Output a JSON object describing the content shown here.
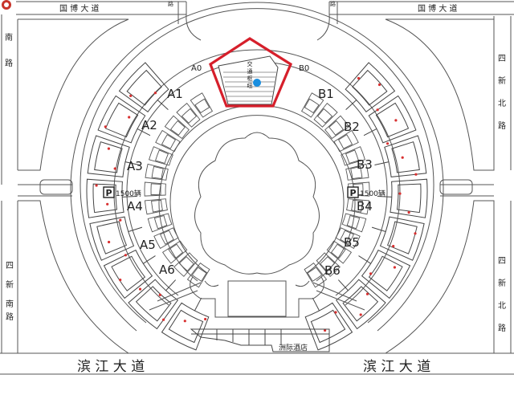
{
  "roads": {
    "top_left": "国 博 大 道",
    "top_right": "国 博 大 道",
    "left_upper": [
      "南",
      "路"
    ],
    "left_lower": [
      "四",
      "新",
      "南",
      "路"
    ],
    "right_upper": [
      "四",
      "新",
      "北",
      "路"
    ],
    "right_lower": [
      "四",
      "新",
      "北",
      "路"
    ],
    "bottom_left": "滨 江 大 道",
    "bottom_right": "滨 江 大 道",
    "top_road_mark": "路"
  },
  "zones": {
    "left": [
      "A0",
      "A1",
      "A2",
      "A3",
      "A4",
      "A5",
      "A6"
    ],
    "right": [
      "B0",
      "B1",
      "B2",
      "B3",
      "B4",
      "B5",
      "B6"
    ]
  },
  "parking": {
    "symbol": "P",
    "left_capacity": "1500辆",
    "right_capacity": "1500辆"
  },
  "center_building": {
    "label_lines": [
      "交",
      "通",
      "枢",
      "纽"
    ]
  },
  "hotel": {
    "label": "洲际酒店"
  },
  "colors": {
    "highlight": "#d61f2b",
    "marker": "#1a8fe0",
    "line": "#444444",
    "parking_box": "#222222",
    "dot": "#d83030"
  }
}
